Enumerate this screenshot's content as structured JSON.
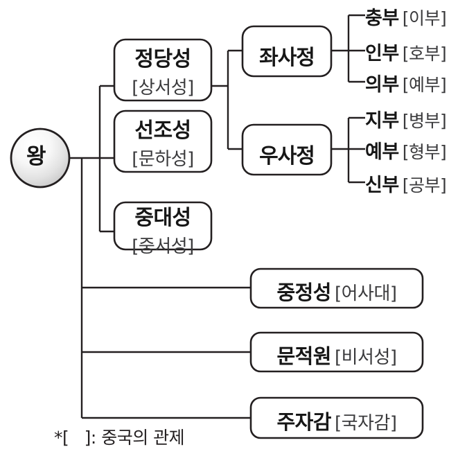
{
  "diagram": {
    "type": "organization-chart",
    "orientation": "left-to-right",
    "root": {
      "label": "왕",
      "shape": "circle"
    },
    "branches": {
      "three_provinces": [
        {
          "name": "정당성",
          "chinese_equivalent": "[상서성]"
        },
        {
          "name": "선조성",
          "chinese_equivalent": "[문하성]"
        },
        {
          "name": "중대성",
          "chinese_equivalent": "[중서성]"
        }
      ],
      "bureaus": [
        {
          "name": "좌사정",
          "departments": [
            {
              "name": "충부",
              "chinese_equivalent": "[이부]"
            },
            {
              "name": "인부",
              "chinese_equivalent": "[호부]"
            },
            {
              "name": "의부",
              "chinese_equivalent": "[예부]"
            }
          ]
        },
        {
          "name": "우사정",
          "departments": [
            {
              "name": "지부",
              "chinese_equivalent": "[병부]"
            },
            {
              "name": "예부",
              "chinese_equivalent": "[형부]"
            },
            {
              "name": "신부",
              "chinese_equivalent": "[공부]"
            }
          ]
        }
      ],
      "independent_offices": [
        {
          "name": "중정성",
          "chinese_equivalent": "[어사대]"
        },
        {
          "name": "문적원",
          "chinese_equivalent": "[비서성]"
        },
        {
          "name": "주자감",
          "chinese_equivalent": "[국자감]"
        }
      ]
    },
    "footnote": "*[   ]: 중국의 관제",
    "colors": {
      "line": "#231f20",
      "box_fill": "#ffffff",
      "text_main": "#161616",
      "text_alt": "#3a3a3c",
      "background": "#ffffff"
    }
  }
}
